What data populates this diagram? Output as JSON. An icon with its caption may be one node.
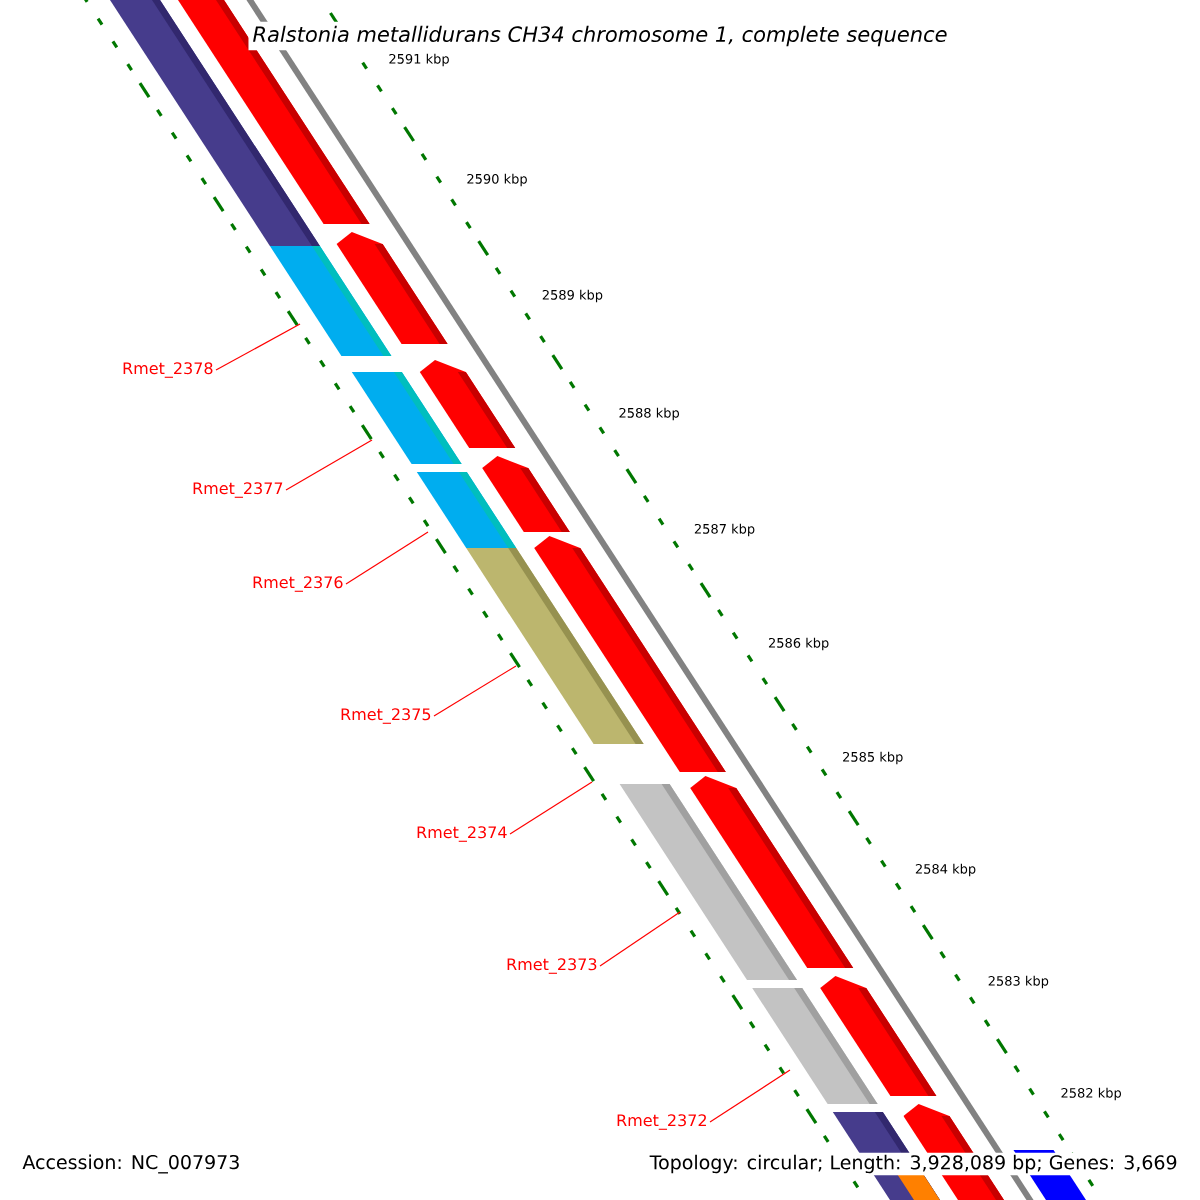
{
  "diagram": {
    "title": "Ralstonia metallidurans CH34 chromosome 1, complete sequence",
    "nodes": [
      {
        "text": [
          "Rmet_2378"
        ]
      },
      {
        "text": [
          "Rmet_2377"
        ]
      },
      {
        "text": [
          "Rmet_2376"
        ]
      },
      {
        "text": [
          "Rmet_2375"
        ]
      },
      {
        "text": [
          "Rmet_2374"
        ]
      },
      {
        "text": [
          "Rmet_2373"
        ]
      },
      {
        "text": [
          "Rmet_2372"
        ]
      }
    ],
    "edges": [
      {
        "from": 0,
        "to": null,
        "arrow": "none"
      },
      {
        "from": 1,
        "to": null,
        "arrow": "none"
      },
      {
        "from": 2,
        "to": null,
        "arrow": "none"
      },
      {
        "from": 3,
        "to": null,
        "arrow": "none"
      },
      {
        "from": 4,
        "to": null,
        "arrow": "none"
      },
      {
        "from": 5,
        "to": null,
        "arrow": "none"
      },
      {
        "from": 6,
        "to": null,
        "arrow": "none"
      }
    ],
    "labels": [
      "2591 kbp",
      "2590 kbp",
      "2589 kbp",
      "2588 kbp",
      "2587 kbp",
      "2586 kbp",
      "2585 kbp",
      "2584 kbp",
      "2583 kbp",
      "2582 kbp",
      "Accession: NC_007973",
      "Topology: circular; Length: 3,928,089 bp; Genes: 3,669"
    ]
  }
}
